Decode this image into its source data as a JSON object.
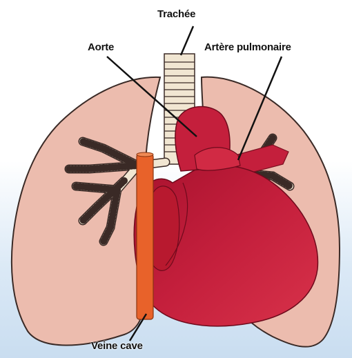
{
  "diagram": {
    "labels": {
      "trachea": "Trachée",
      "aorta": "Aorte",
      "pulmonary_artery": "Artère pulmonaire",
      "vena_cava": "Veine cave"
    },
    "colors": {
      "lung": "#ecbcae",
      "lung_outline": "#3a2a26",
      "bronchi": "#f1e6d2",
      "heart": "#c41f3c",
      "vena_cava": "#e8622a",
      "background_bottom": "#c9ddf0"
    }
  }
}
